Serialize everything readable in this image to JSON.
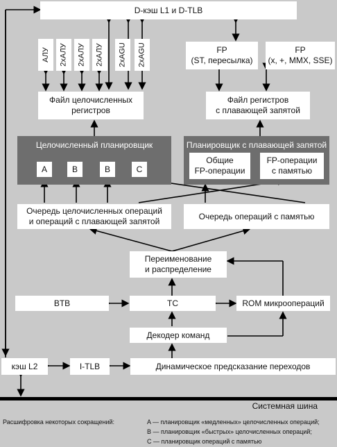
{
  "dcache": "D-кэш L1 и D-TLB",
  "units": [
    "АЛУ",
    "2хАЛУ",
    "2хАЛУ",
    "2хАЛУ",
    "2хAGU",
    "2хAGU"
  ],
  "fp_units": [
    "FP\n(ST, пересылка)",
    "FP\n(x, +, MMX, SSE)"
  ],
  "int_regfile": "Файл целочисленных\nрегистров",
  "fp_regfile": "Файл регистров\nс плавающей запятой",
  "int_sched": {
    "title": "Целочисленный планировщик",
    "items": [
      "A",
      "B",
      "B",
      "C"
    ]
  },
  "fp_sched": {
    "title": "Планировщик с плавающей запятой",
    "items": [
      "Общие\nFP-операции",
      "FP-операции\nс памятью"
    ]
  },
  "int_queue": "Очередь целочисленных операций\nи операций с плавающей запятой",
  "mem_queue": "Очередь операций с памятью",
  "rename": "Переименование\nи распределение",
  "btb": "BTB",
  "tc": "TC",
  "rom": "ROM микроопераций",
  "decoder": "Декодер команд",
  "l2": "кэш L2",
  "itlb": "I-TLB",
  "predict": "Динамическое предсказание переходов",
  "bus": "Системная шина",
  "legend": {
    "title": "Расшифровка некоторых сокращений:",
    "items": [
      "A — планировщик «медленных» целочисленных операций;",
      "B — планировщик «быстрых» целочисленных операций;",
      "C — планировщик операций с памятью"
    ]
  }
}
